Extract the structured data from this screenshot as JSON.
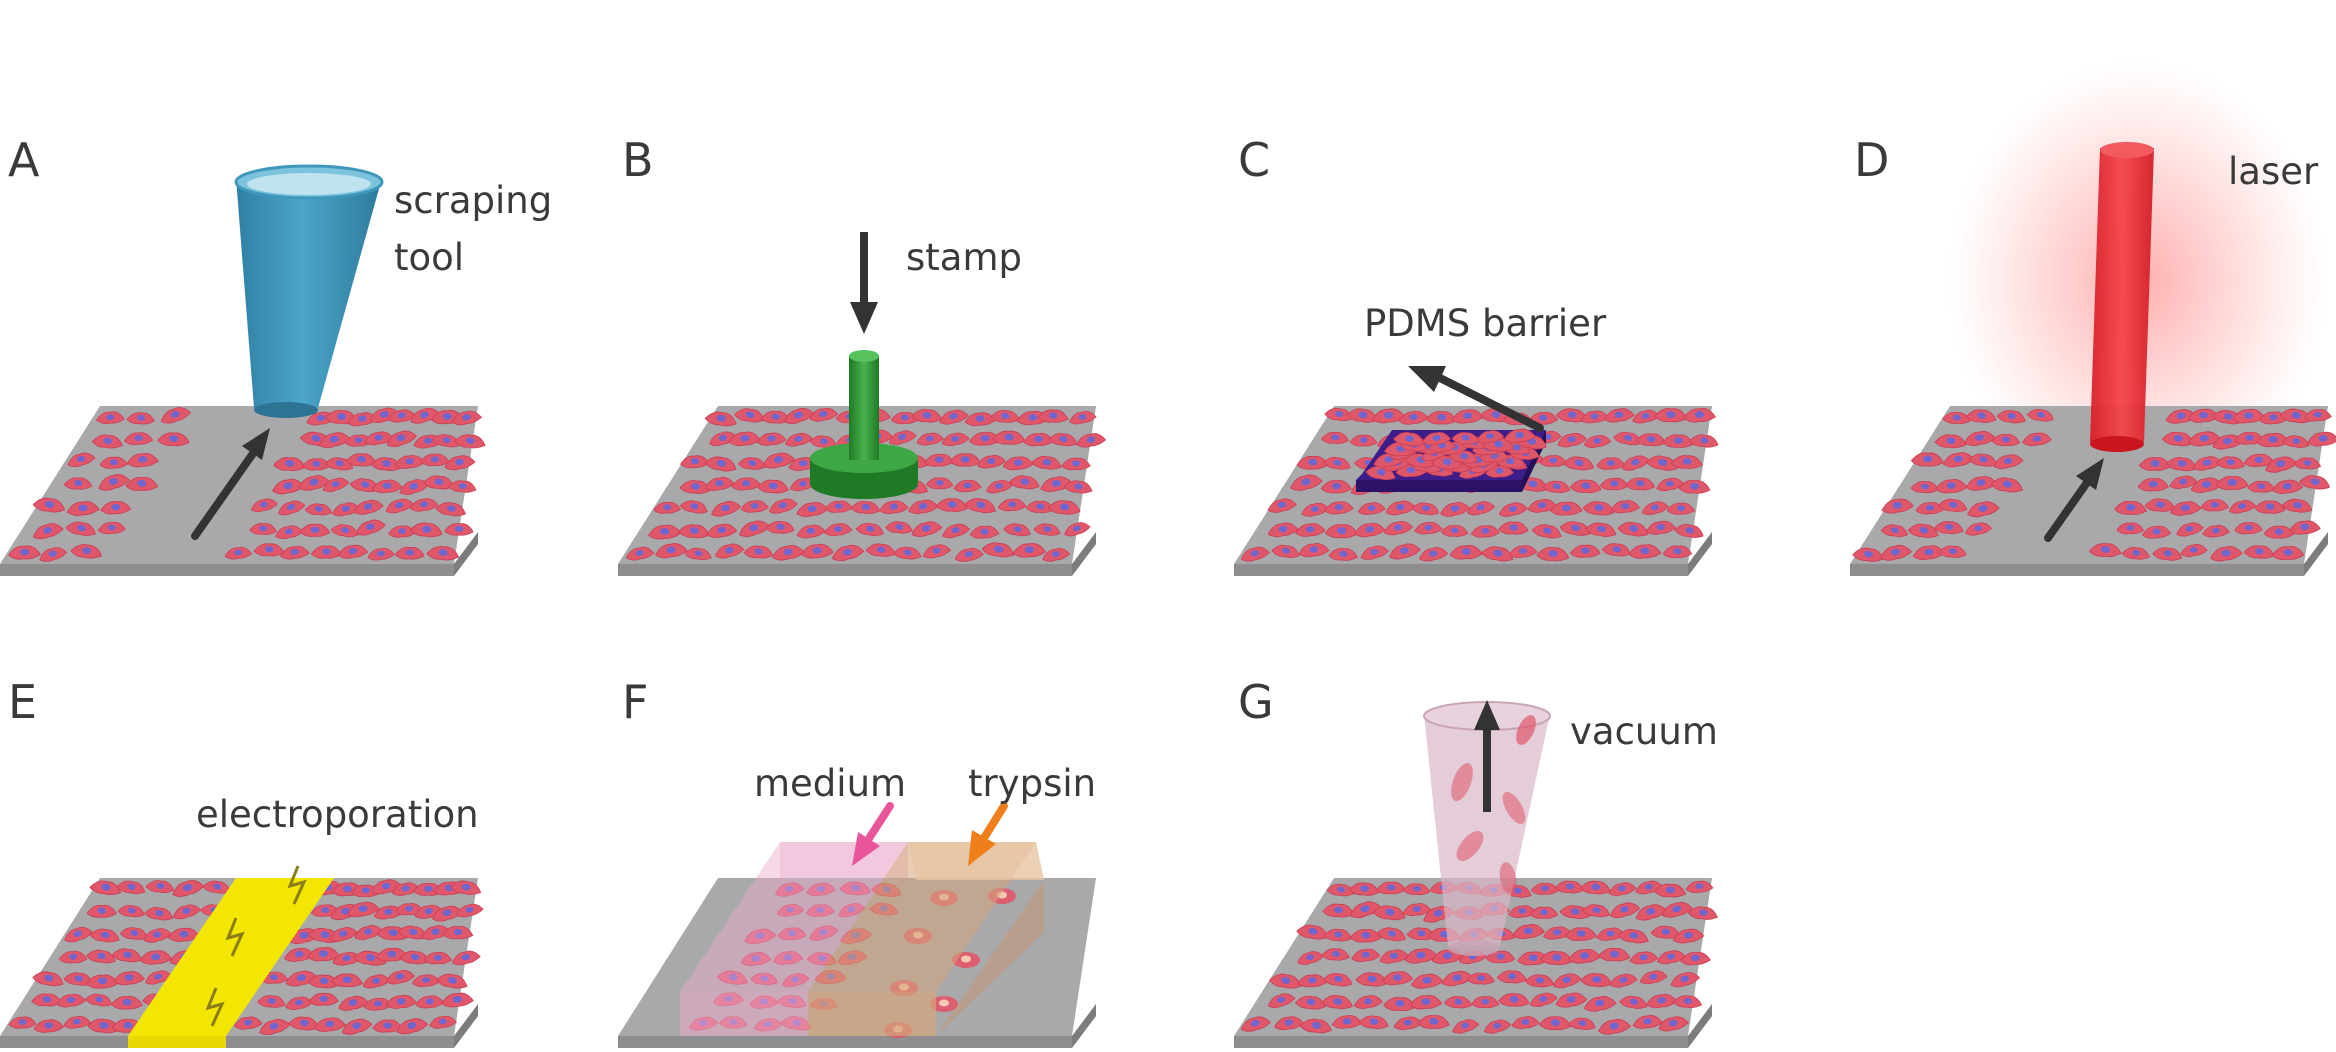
{
  "panels": [
    {
      "letter": "A",
      "labels": [
        "scraping",
        "tool"
      ]
    },
    {
      "letter": "B",
      "labels": [
        "stamp"
      ]
    },
    {
      "letter": "C",
      "labels": [
        "PDMS barrier"
      ]
    },
    {
      "letter": "D",
      "labels": [
        "laser"
      ]
    },
    {
      "letter": "E",
      "labels": [
        "electroporation"
      ]
    },
    {
      "letter": "F",
      "labels": [
        "medium",
        "trypsin"
      ]
    },
    {
      "letter": "G",
      "labels": [
        "vacuum"
      ]
    }
  ],
  "colors": {
    "substrate_top": "#a9a9ab",
    "substrate_side": "#8e8e90",
    "cell_body": "#e0576a",
    "cell_nucleus": "#6f66cf",
    "scraping_tool": "#3c93b8",
    "stamp": "#2f9a35",
    "pdms_barrier": "#3d1d8a",
    "laser": "#ee2d35",
    "electroporation": "#f3e600",
    "medium": "#eba9cb",
    "medium_arrow": "#e8559a",
    "trypsin": "#d6a57c",
    "trypsin_arrow": "#ef7f1a",
    "vacuum_tip": "#d9b8c8",
    "arrow": "#333333"
  },
  "icons": [
    "arrow-up-right",
    "arrow-down",
    "arrow-up-left",
    "lightning-icon",
    "arrow-up"
  ]
}
